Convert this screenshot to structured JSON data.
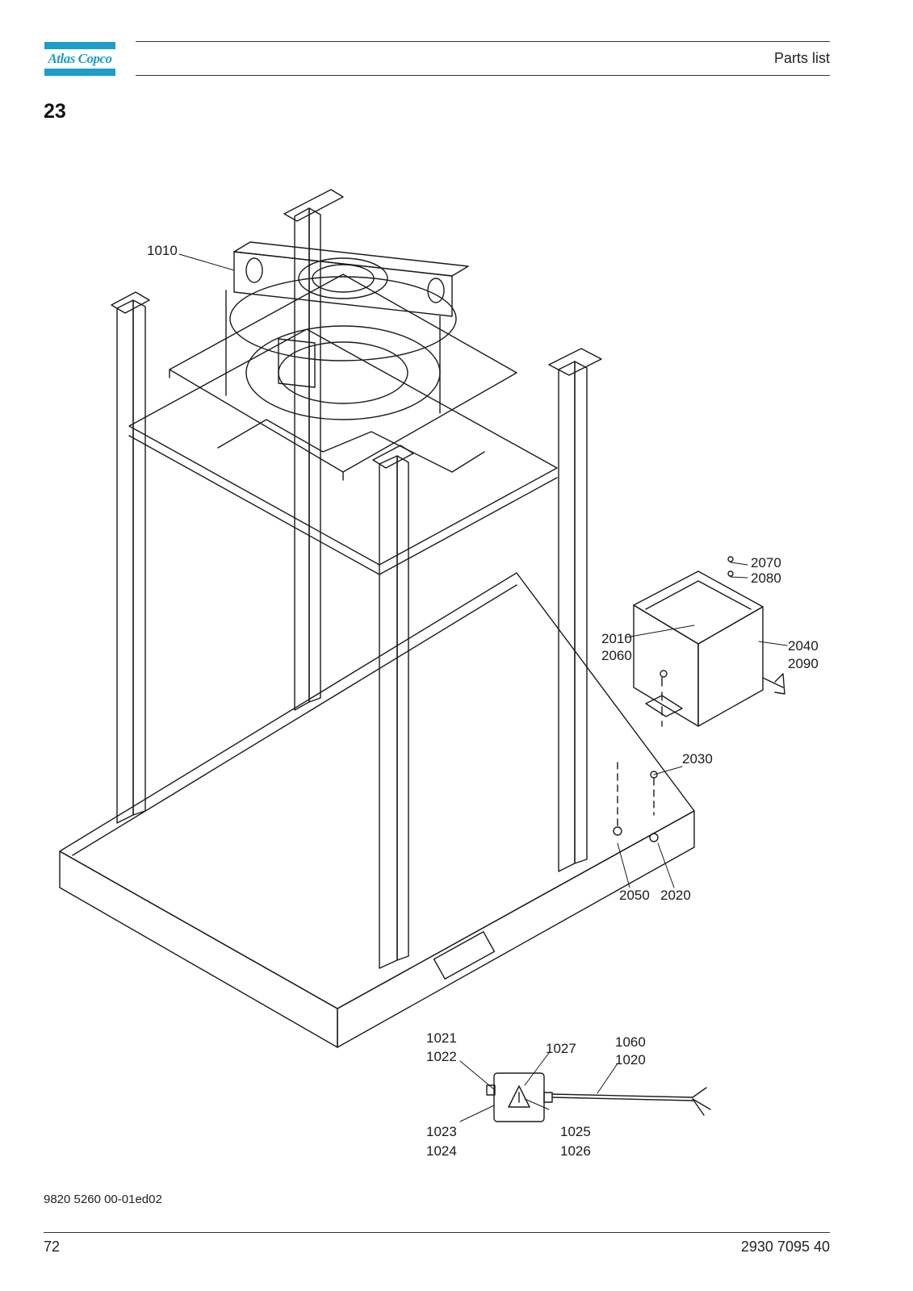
{
  "header": {
    "logo_text": "Atlas Copco",
    "title": "Parts list",
    "logo_color": "#1c9ec8"
  },
  "section": {
    "number": "23"
  },
  "callouts": {
    "c1010": "1010",
    "c1021": "1021",
    "c1022": "1022",
    "c1027": "1027",
    "c1060": "1060",
    "c1020": "1020",
    "c1023": "1023",
    "c1024": "1024",
    "c1025": "1025",
    "c1026": "1026",
    "c2070": "2070",
    "c2080": "2080",
    "c2010": "2010",
    "c2060": "2060",
    "c2040": "2040",
    "c2090": "2090",
    "c2030": "2030",
    "c2050": "2050",
    "c2020": "2020"
  },
  "footer": {
    "doc_code": "9820 5260 00-01ed02",
    "page_number": "72",
    "part_number": "2930 7095 40"
  }
}
